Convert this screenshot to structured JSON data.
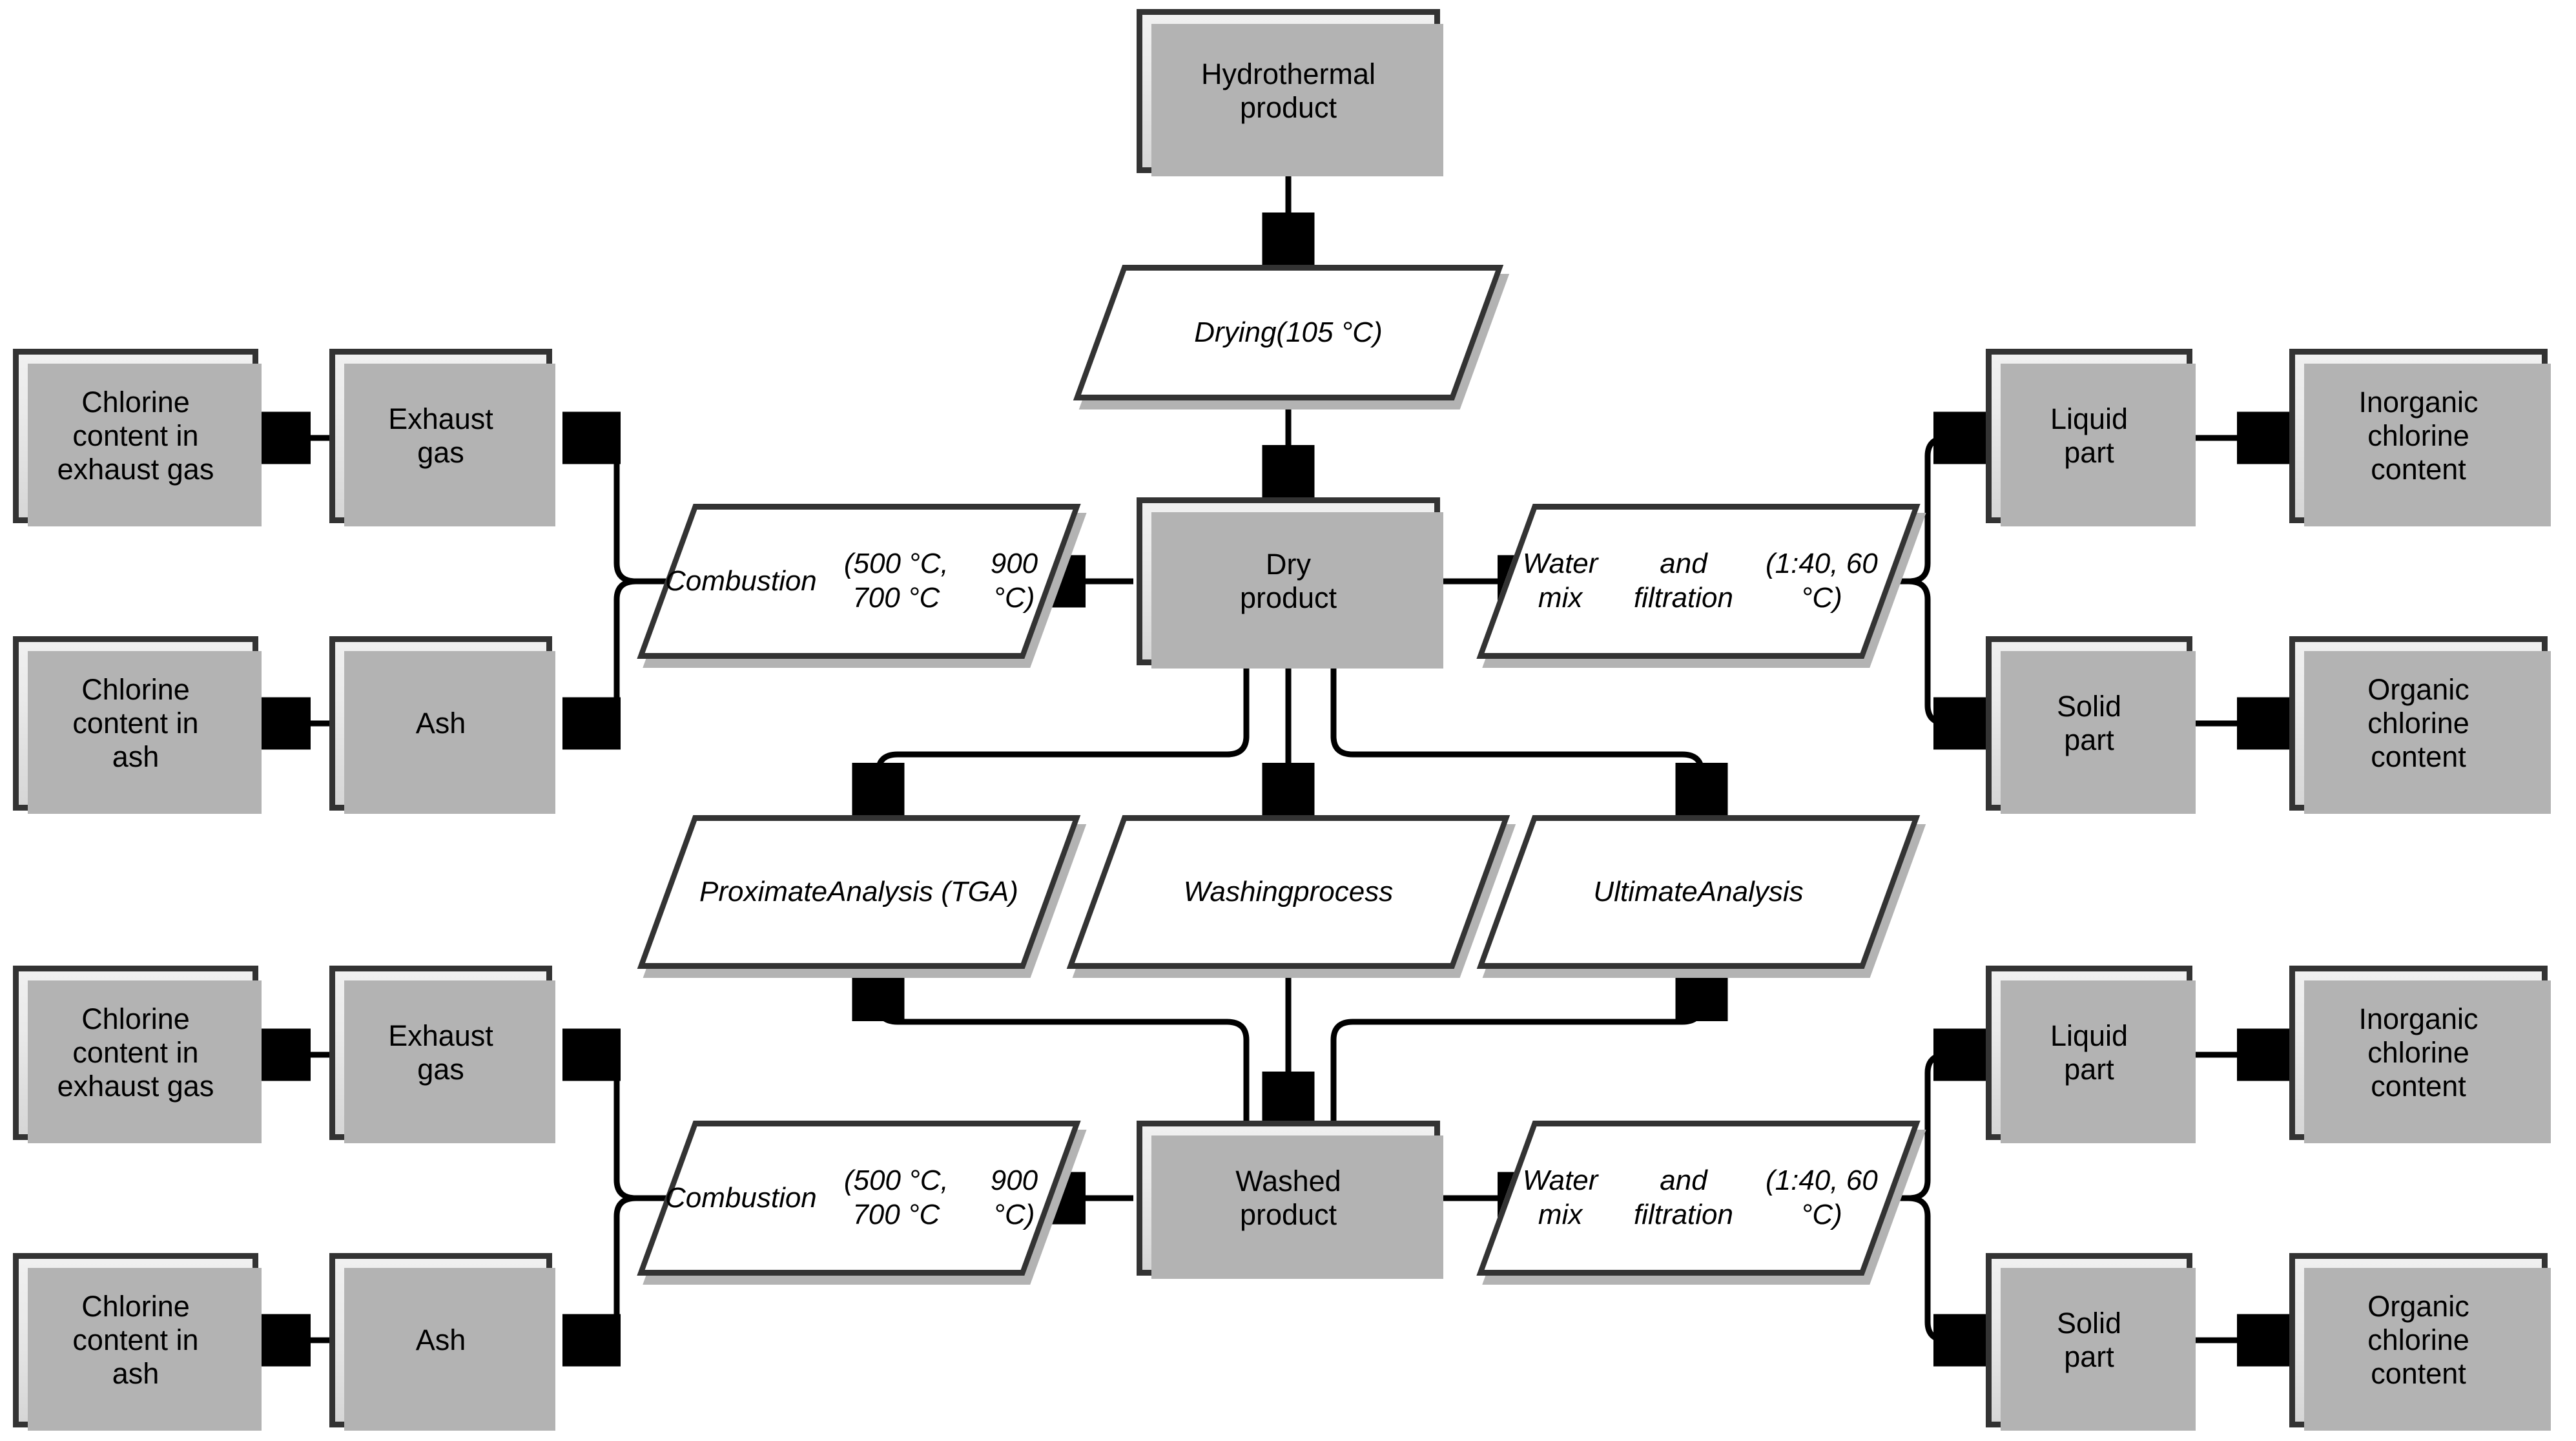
{
  "diagram": {
    "title": "Chlorine analysis workflow for hydrothermal product",
    "type": "flowchart",
    "colors": {
      "box_border": "#333333",
      "box_fill_top": "#f0f0f0",
      "box_fill_bottom": "#d6d6d6",
      "parallelogram_fill": "#ffffff",
      "shadow": "#b3b3b3",
      "connector": "#000000",
      "background": "#ffffff"
    },
    "nodes": {
      "hydrothermal_product": "Hydrothermal\nproduct",
      "drying": "Drying\n(105 °C)",
      "dry_product": "Dry\nproduct",
      "combustion_top": "Combustion\n(500 °C, 700 °C\n900 °C)",
      "water_mix_top": "Water mix\nand filtration\n(1:40, 60 °C)",
      "exhaust_gas_top": "Exhaust\ngas",
      "ash_top": "Ash",
      "cl_exhaust_top": "Chlorine\ncontent in\nexhaust gas",
      "cl_ash_top": "Chlorine\ncontent in\nash",
      "liquid_part_top": "Liquid\npart",
      "solid_part_top": "Solid\npart",
      "inorganic_cl_top": "Inorganic\nchlorine\ncontent",
      "organic_cl_top": "Organic\nchlorine\ncontent",
      "proximate_analysis": "Proximate\nAnalysis (TGA)",
      "washing_process": "Washing\nprocess",
      "ultimate_analysis": "Ultimate\nAnalysis",
      "washed_product": "Washed\nproduct",
      "combustion_bottom": "Combustion\n(500 °C, 700 °C\n900 °C)",
      "water_mix_bottom": "Water mix\nand filtration\n(1:40, 60 °C)",
      "exhaust_gas_bottom": "Exhaust\ngas",
      "ash_bottom": "Ash",
      "cl_exhaust_bottom": "Chlorine\ncontent in\nexhaust gas",
      "cl_ash_bottom": "Chlorine\ncontent in\nash",
      "liquid_part_bottom": "Liquid\npart",
      "solid_part_bottom": "Solid\npart",
      "inorganic_cl_bottom": "Inorganic\nchlorine\ncontent",
      "organic_cl_bottom": "Organic\nchlorine\ncontent"
    },
    "node_lines": {
      "hydrothermal_product": [
        "Hydrothermal",
        "product"
      ],
      "drying": [
        "Drying",
        "(105 °C)"
      ],
      "dry_product": [
        "Dry",
        "product"
      ],
      "combustion_top": [
        "Combustion",
        "(500 °C, 700 °C",
        "900 °C)"
      ],
      "water_mix_top": [
        "Water mix",
        "and filtration",
        "(1:40, 60 °C)"
      ],
      "exhaust_gas_top": [
        "Exhaust",
        "gas"
      ],
      "ash_top": [
        "Ash"
      ],
      "cl_exhaust_top": [
        "Chlorine",
        "content in",
        "exhaust gas"
      ],
      "cl_ash_top": [
        "Chlorine",
        "content in",
        "ash"
      ],
      "liquid_part_top": [
        "Liquid",
        "part"
      ],
      "solid_part_top": [
        "Solid",
        "part"
      ],
      "inorganic_cl_top": [
        "Inorganic",
        "chlorine",
        "content"
      ],
      "organic_cl_top": [
        "Organic",
        "chlorine",
        "content"
      ],
      "proximate_analysis": [
        "Proximate",
        "Analysis (TGA)"
      ],
      "washing_process": [
        "Washing",
        "process"
      ],
      "ultimate_analysis": [
        "Ultimate",
        "Analysis"
      ],
      "washed_product": [
        "Washed",
        "product"
      ],
      "combustion_bottom": [
        "Combustion",
        "(500 °C, 700 °C",
        "900 °C)"
      ],
      "water_mix_bottom": [
        "Water mix",
        "and filtration",
        "(1:40, 60 °C)"
      ],
      "exhaust_gas_bottom": [
        "Exhaust",
        "gas"
      ],
      "ash_bottom": [
        "Ash"
      ],
      "cl_exhaust_bottom": [
        "Chlorine",
        "content in",
        "exhaust gas"
      ],
      "cl_ash_bottom": [
        "Chlorine",
        "content in",
        "ash"
      ],
      "liquid_part_bottom": [
        "Liquid",
        "part"
      ],
      "solid_part_bottom": [
        "Solid",
        "part"
      ],
      "inorganic_cl_bottom": [
        "Inorganic",
        "chlorine",
        "content"
      ],
      "organic_cl_bottom": [
        "Organic",
        "chlorine",
        "content"
      ]
    },
    "edges": [
      {
        "from": "hydrothermal_product",
        "to": "drying"
      },
      {
        "from": "drying",
        "to": "dry_product"
      },
      {
        "from": "dry_product",
        "to": "combustion_top"
      },
      {
        "from": "dry_product",
        "to": "water_mix_top"
      },
      {
        "from": "dry_product",
        "to": "proximate_analysis"
      },
      {
        "from": "dry_product",
        "to": "washing_process"
      },
      {
        "from": "dry_product",
        "to": "ultimate_analysis"
      },
      {
        "from": "combustion_top",
        "to": "exhaust_gas_top"
      },
      {
        "from": "combustion_top",
        "to": "ash_top"
      },
      {
        "from": "exhaust_gas_top",
        "to": "cl_exhaust_top"
      },
      {
        "from": "ash_top",
        "to": "cl_ash_top"
      },
      {
        "from": "water_mix_top",
        "to": "liquid_part_top"
      },
      {
        "from": "water_mix_top",
        "to": "solid_part_top"
      },
      {
        "from": "liquid_part_top",
        "to": "inorganic_cl_top"
      },
      {
        "from": "solid_part_top",
        "to": "organic_cl_top"
      },
      {
        "from": "washing_process",
        "to": "washed_product"
      },
      {
        "from": "washed_product",
        "to": "proximate_analysis"
      },
      {
        "from": "washed_product",
        "to": "ultimate_analysis"
      },
      {
        "from": "washed_product",
        "to": "combustion_bottom"
      },
      {
        "from": "washed_product",
        "to": "water_mix_bottom"
      },
      {
        "from": "combustion_bottom",
        "to": "exhaust_gas_bottom"
      },
      {
        "from": "combustion_bottom",
        "to": "ash_bottom"
      },
      {
        "from": "exhaust_gas_bottom",
        "to": "cl_exhaust_bottom"
      },
      {
        "from": "ash_bottom",
        "to": "cl_ash_bottom"
      },
      {
        "from": "water_mix_bottom",
        "to": "liquid_part_bottom"
      },
      {
        "from": "water_mix_bottom",
        "to": "solid_part_bottom"
      },
      {
        "from": "liquid_part_bottom",
        "to": "inorganic_cl_bottom"
      },
      {
        "from": "solid_part_bottom",
        "to": "organic_cl_bottom"
      }
    ]
  }
}
